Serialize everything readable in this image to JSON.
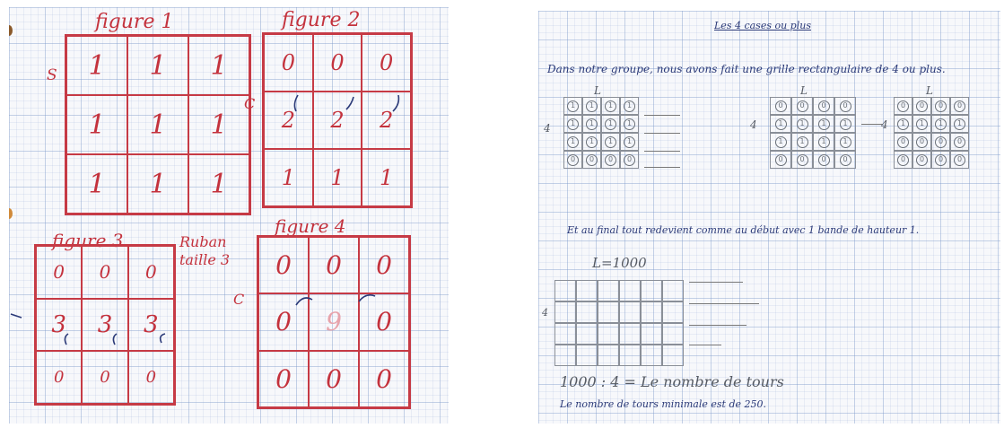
{
  "left_photo": {
    "figure1": {
      "title": "figure 1",
      "side_label": "S",
      "cells": [
        "1",
        "1",
        "1",
        "1",
        "1",
        "1",
        "1",
        "1",
        "1"
      ]
    },
    "figure2": {
      "title": "figure 2",
      "side_label": "C",
      "cells": [
        "0",
        "0",
        "0",
        "2",
        "2",
        "2",
        "1",
        "1",
        "1"
      ]
    },
    "figure3": {
      "title": "figure 3",
      "note_line1": "Ruban",
      "note_line2": "taille 3",
      "cells": [
        "0",
        "0",
        "0",
        "3",
        "3",
        "3",
        "0",
        "0",
        "0"
      ]
    },
    "figure4": {
      "title": "figure 4",
      "side_label": "C",
      "cells": [
        "0",
        "0",
        "0",
        "0",
        "9",
        "0",
        "0",
        "0",
        "0"
      ]
    }
  },
  "right_photo": {
    "title": "Les 4 cases ou plus",
    "intro": "Dans notre groupe, nous avons fait une grille rectangulaire de 4 ou plus.",
    "length_label": "L",
    "height_label": "4",
    "grid_a": {
      "cells": [
        "1",
        "1",
        "1",
        "1",
        "1",
        "1",
        "1",
        "1",
        "1",
        "1",
        "1",
        "1",
        "0",
        "0",
        "0",
        "0"
      ]
    },
    "grid_b": {
      "cells": [
        "0",
        "0",
        "0",
        "0",
        "1",
        "1",
        "1",
        "1",
        "1",
        "1",
        "1",
        "1",
        "0",
        "0",
        "0",
        "0"
      ]
    },
    "grid_c": {
      "cells": [
        "0",
        "0",
        "0",
        "0",
        "1",
        "1",
        "1",
        "1",
        "0",
        "0",
        "0",
        "0",
        "0",
        "0",
        "0",
        "0"
      ]
    },
    "conclusion": "Et au final tout redevient comme au début avec 1 bande de hauteur 1.",
    "big_grid_label": "L=1000",
    "formula": "1000 : 4 = Le nombre de tours",
    "result": "Le nombre de tours minimale est de 250."
  }
}
